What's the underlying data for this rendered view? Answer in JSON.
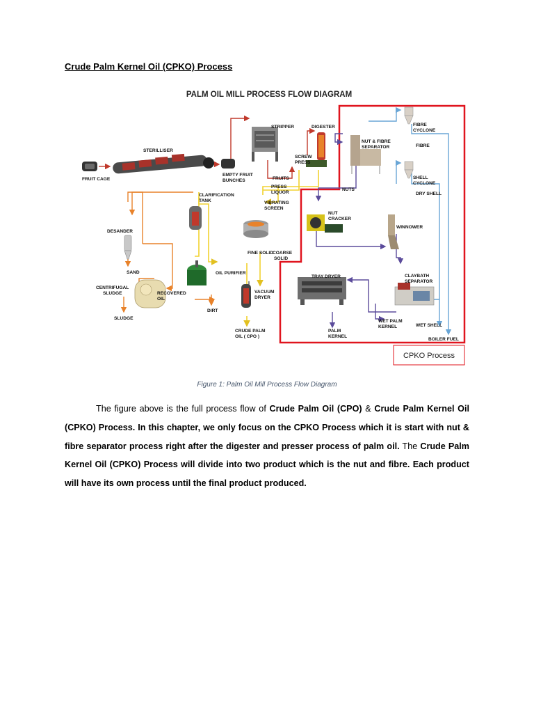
{
  "document": {
    "heading": "Crude Palm Kernel Oil (CPKO) Process",
    "figure_caption": "Figure 1: Palm Oil Mill Process Flow Diagram",
    "paragraph": {
      "s1": "The figure above is the full process flow of ",
      "s2": "Crude Palm Oil (CPO)",
      "s3": " & ",
      "s4": "Crude Palm Kernel Oil (CPKO) Process. In this chapter, we only focus on the CPKO Process which it is start with nut & fibre separator process right after the digester and presser process of palm oil.",
      "s5": " The ",
      "s6": "Crude Palm Kernel Oil (CPKO) Process will divide into two product which is the nut and fibre. Each product will have its own process until the final product produced."
    }
  },
  "diagram": {
    "title": "PALM OIL MILL PROCESS FLOW DIAGRAM",
    "cpko_box_label": "CPKO Process",
    "labels": {
      "fruit_cage": "FRUIT CAGE",
      "sterilliser": "STERILLISER",
      "stripper": "STRIPPER",
      "digester": "DIGESTER",
      "empty_fruit_1": "EMPTY FRUIT",
      "empty_fruit_2": "BUNCHES",
      "fruits": "FRUITS",
      "screw_1": "SCREW",
      "screw_2": "PRESS",
      "press_liquor_1": "PRESS",
      "press_liquor_2": "LIQUOR",
      "nut_fibre_1": "NUT & FIBRE",
      "nut_fibre_2": "SEPARATOR",
      "fibre_cyclone_1": "FIBRE",
      "fibre_cyclone_2": "CYCLONE",
      "fibre": "FIBRE",
      "shell_cyclone_1": "SHELL",
      "shell_cyclone_2": "CYCLONE",
      "dry_shell": "DRY SHELL",
      "nuts": "NUTS",
      "clarification_1": "CLARIFICATION",
      "clarification_2": "TANK",
      "vibrating_1": "VIBRATING",
      "vibrating_2": "SCREEN",
      "desander": "DESANDER",
      "nut_cracker_1": "NUT",
      "nut_cracker_2": "CRACKER",
      "winnower": "WINNOWER",
      "fine_solid": "FINE SOLID",
      "coarse_solid_1": "COARSE",
      "coarse_solid_2": "SOLID",
      "sand": "SAND",
      "oil_purifier": "OIL PURIFIER",
      "tray_dryer": "TRAY DRYER",
      "claybath_1": "CLAYBATH",
      "claybath_2": "SEPARATOR",
      "centrifugal_1": "CENTRIFUGAL",
      "centrifugal_2": "SLUDGE",
      "recovered_1": "RECOVERED",
      "recovered_2": "OIL",
      "vacuum_1": "VACUUM",
      "vacuum_2": "DRYER",
      "dirt": "DIRT",
      "sludge": "SLUDGE",
      "wet_palm_1": "WET PALM",
      "wet_palm_2": "KERNEL",
      "wet_shell": "WET SHELL",
      "cpo_1": "CRUDE PALM",
      "cpo_2": "OIL ( CPO )",
      "palm_kernel_1": "PALM",
      "palm_kernel_2": "KERNEL",
      "boiler_fuel": "BOILER FUEL"
    },
    "colors": {
      "cpko_boundary": "#e0141e",
      "flow_red": "#c0392b",
      "flow_yellow": "#f2d230",
      "flow_orange": "#e8822a",
      "flow_blue": "#6aa6d6",
      "flow_purple": "#5b4b9b"
    }
  }
}
